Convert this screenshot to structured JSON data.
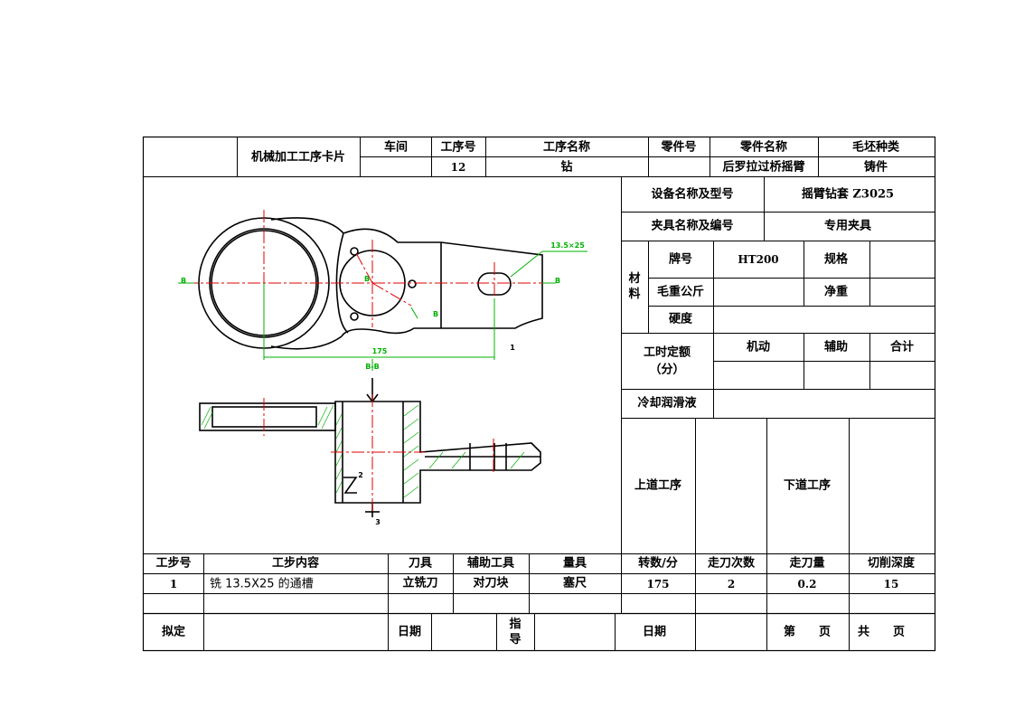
{
  "header": {
    "card_title": "机械加工工序卡片",
    "workshop_label": "车间",
    "workshop_value": "",
    "op_no_label": "工序号",
    "op_no_value": "12",
    "op_name_label": "工序名称",
    "op_name_value": "钻",
    "part_no_label": "零件号",
    "part_no_value": "",
    "part_name_label": "零件名称",
    "part_name_value": "后罗拉过桥摇臂",
    "blank_type_label": "毛坯种类",
    "blank_type_value": "铸件"
  },
  "info": {
    "equipment_label": "设备名称及型号",
    "equipment_value": "摇臂钻套 Z3025",
    "fixture_label": "夹具名称及编号",
    "fixture_value": "专用夹具",
    "material_label": "材料",
    "grade_label": "牌号",
    "grade_value": "HT200",
    "spec_label": "规格",
    "spec_value": "",
    "gross_weight_label": "毛重公斤",
    "gross_weight_value": "",
    "net_weight_label": "净重",
    "net_weight_value": "",
    "hardness_label": "硬度",
    "hardness_value": "",
    "time_quota_label": "工时定额",
    "time_quota_unit": "（分）",
    "machine_label": "机动",
    "aux_label": "辅助",
    "total_label": "合计",
    "coolant_label": "冷却润滑液",
    "coolant_value": "",
    "prev_op_label": "上道工序",
    "next_op_label": "下道工序"
  },
  "drawing": {
    "dim_slot": "13.5×25",
    "dim_length": "175",
    "section_label": "B-B",
    "mark_b1": "B",
    "mark_b2": "B",
    "mark_b3": "B",
    "mark_b4": "B",
    "mark_1": "1",
    "mark_2": "2",
    "mark_3": "3"
  },
  "steps_header": {
    "step_no": "工步号",
    "content": "工步内容",
    "tool": "刀具",
    "aux_tool": "辅助工具",
    "gauge": "量具",
    "speed": "转数/分",
    "passes": "走刀次数",
    "feed": "走刀量",
    "depth": "切削深度"
  },
  "steps": [
    {
      "step_no": "1",
      "content": "铣 13.5X25 的通槽",
      "tool": "立铣刀",
      "aux_tool": "对刀块",
      "gauge": "塞尺",
      "speed": "175",
      "passes": "2",
      "feed": "0.2",
      "depth": "15"
    }
  ],
  "footer": {
    "drafted_label": "拟定",
    "date_label_1": "日期",
    "guide_label": "指导",
    "date_label_2": "日期",
    "page_no_label": "第　　页",
    "total_pages_label": "共　　页"
  }
}
